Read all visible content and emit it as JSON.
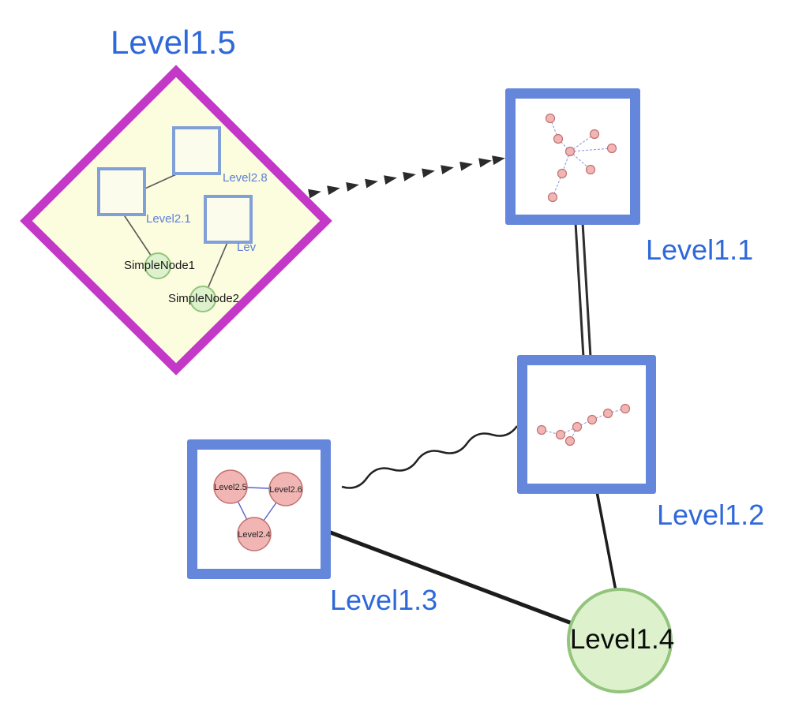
{
  "colors": {
    "label_blue": "#2e68d9",
    "sublabel_blue": "#5c7fd6",
    "diamond_border": "#c438c8",
    "diamond_fill": "#fcfcdf",
    "box_border": "#6487dc",
    "sq_border": "#82a0d8",
    "sq_fill": "#fcfcec",
    "green_fill": "#ddf2cc",
    "green_border": "#92c47c",
    "pink_fill": "#f1b6b4",
    "pink_border": "#c27070",
    "subedge_blue": "#8593dd",
    "triedge_blue": "#5a63cf",
    "edge_dark": "#2b2b2b"
  },
  "graph": {
    "nodes": {
      "level1_1": {
        "label": "Level1.1",
        "shape": "square-group",
        "subgraph": {
          "node_count": 8,
          "node_color": "pink",
          "edge_style": "dashed-blue"
        }
      },
      "level1_2": {
        "label": "Level1.2",
        "shape": "square-group",
        "subgraph": {
          "node_count": 7,
          "node_color": "pink",
          "edge_style": "dashed-blue"
        }
      },
      "level1_3": {
        "label": "Level1.3",
        "shape": "square-group",
        "subgraph": {
          "node_count": 3,
          "node_color": "pink",
          "edge_style": "solid-blue"
        }
      },
      "level1_4": {
        "label": "Level1.4",
        "shape": "circle"
      },
      "level1_5": {
        "label": "Level1.5",
        "shape": "diamond"
      },
      "level2_8": {
        "label": "Level2.8",
        "shape": "square",
        "parent": "level1_5"
      },
      "level2_1": {
        "label": "Level2.1",
        "shape": "square",
        "parent": "level1_5"
      },
      "level2_trunc": {
        "label": "Lev",
        "shape": "square",
        "parent": "level1_5"
      },
      "simple_node1": {
        "label": "SimpleNode1",
        "shape": "circle",
        "parent": "level1_5"
      },
      "simple_node2": {
        "label": "SimpleNode2",
        "shape": "circle",
        "parent": "level1_5"
      },
      "level2_5": {
        "label": "Level2.5",
        "shape": "circle",
        "parent": "level1_3"
      },
      "level2_6": {
        "label": "Level2.6",
        "shape": "circle",
        "parent": "level1_3"
      },
      "level2_4": {
        "label": "Level2.4",
        "shape": "circle",
        "parent": "level1_3"
      }
    },
    "edges": [
      {
        "from": "Level1.5",
        "to": "Level1.1",
        "style": "bold-dashed-arrowheads"
      },
      {
        "from": "Level1.1",
        "to": "Level1.2",
        "style": "double-parallel"
      },
      {
        "from": "Level1.2",
        "to": "Level1.3",
        "style": "wavy"
      },
      {
        "from": "Level1.3",
        "to": "Level1.4",
        "style": "solid"
      },
      {
        "from": "Level1.2",
        "to": "Level1.4",
        "style": "solid"
      },
      {
        "from": "Level2.1",
        "to": "Level2.8",
        "style": "thin-solid",
        "parent": "Level1.5"
      },
      {
        "from": "Level2.1",
        "to": "SimpleNode1",
        "style": "thin-solid",
        "parent": "Level1.5"
      },
      {
        "from": "Lev",
        "to": "SimpleNode2",
        "style": "thin-solid",
        "parent": "Level1.5"
      },
      {
        "from": "Level2.5",
        "to": "Level2.6",
        "style": "thin-blue",
        "parent": "Level1.3"
      },
      {
        "from": "Level2.5",
        "to": "Level2.4",
        "style": "thin-blue",
        "parent": "Level1.3"
      },
      {
        "from": "Level2.6",
        "to": "Level2.4",
        "style": "thin-blue",
        "parent": "Level1.3"
      }
    ]
  }
}
